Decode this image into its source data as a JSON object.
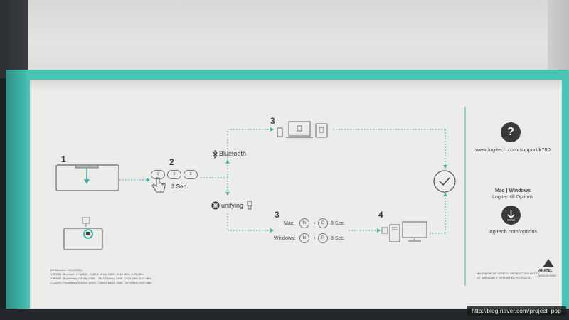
{
  "steps": {
    "step1": "1",
    "step2": "2",
    "step3_bluetooth": "3",
    "step3_unifying": "3",
    "step4": "4"
  },
  "hold_time": "3 Sec.",
  "channel_keys": [
    "1",
    "2",
    "3"
  ],
  "connections": {
    "bluetooth": "Bluetooth",
    "unifying": "unifying"
  },
  "unifying_shortcuts": {
    "mac_label": "Mac:",
    "windows_label": "Windows:",
    "fn_key": "fn",
    "plus": "+",
    "mac_key": "O",
    "windows_key": "P",
    "duration": "3 Sec."
  },
  "support": {
    "question_glyph": "?",
    "url": "www.logitech.com/support/k780",
    "options_title": "Mac | Windows",
    "options_subtitle": "Logitech® Options",
    "options_url": "logitech.com/options"
  },
  "regulatory": {
    "line1": "EU Directive 2014/53/EU",
    "line2": "Y-R0061: Bluetooth LE (2400 - 2483.5 MHz): 2402 - 2480 MHz; 8.26 dBm",
    "line3": "Y-R0061: Proprietary 2.4GHz (2400 - 2483.5 MHz): 2405 - 2474 MHz; 8.27 dBm",
    "line4": "C-U0007: Proprietary 2.4GHz (2400 - 2483.5 MHz): 2405 - 2474 MHz; 5.27 dBm"
  },
  "spanish_note": {
    "line1": "MX: FAVOR DE LEER EL INSTRUCTIVO ANTES",
    "line2": "DE INSTALAR Y OPERAR EL PRODUCTO"
  },
  "anatel": {
    "name": "ANATEL",
    "code": "0000-00-0000"
  },
  "watermark": "http://blog.naver.com/project_pop",
  "colors": {
    "box_teal": "#48c3b4",
    "card": "#ececea",
    "arrow_teal": "#3fb3a4",
    "ink": "#4a4a4a"
  }
}
